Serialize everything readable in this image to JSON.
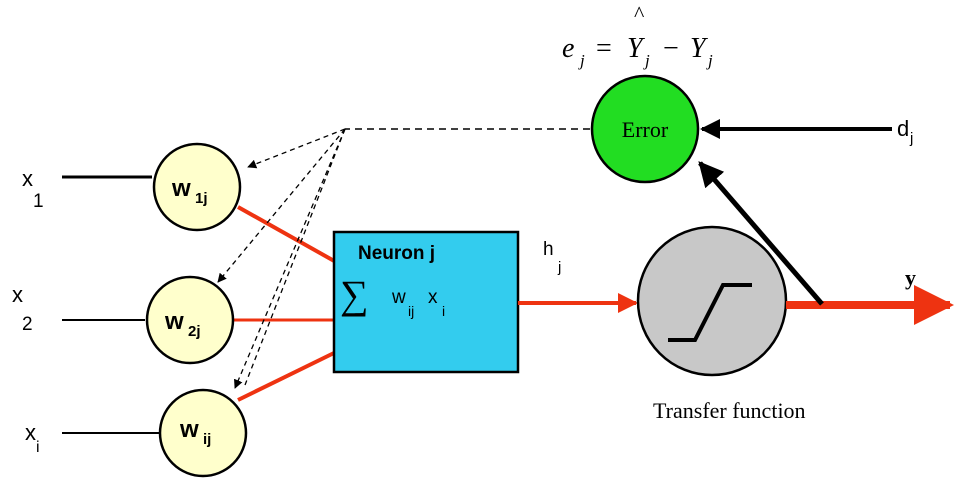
{
  "inputs": [
    {
      "var": "x",
      "sub": "1",
      "weight": "w",
      "weight_sub": "1j"
    },
    {
      "var": "x",
      "sub": "2",
      "weight": "w",
      "weight_sub": "2j"
    },
    {
      "var": "x",
      "sub": "i",
      "weight": "w",
      "weight_sub": "ij"
    }
  ],
  "neuron": {
    "title": "Neuron j",
    "sigma": "∑",
    "sum_w": "w",
    "sum_w_sub": "ij",
    "sum_x": "x",
    "sum_x_sub": "i"
  },
  "net_output": {
    "label": "h",
    "sub": "j"
  },
  "transfer": {
    "label": "Transfer function"
  },
  "output": {
    "label": "y"
  },
  "error": {
    "label": "Error",
    "target_label": "d",
    "target_sub": "j",
    "equation": {
      "e": "e",
      "e_sub": "j",
      "equals": "=",
      "yhat": "Y",
      "hat": "^",
      "yhat_sub": "j",
      "minus": "−",
      "y": "Y",
      "y_sub": "j"
    }
  },
  "colors": {
    "weight_fill": "#ffffcc",
    "neuron_fill": "#33ccee",
    "transfer_fill": "#c8c8c8",
    "error_fill": "#22dd22",
    "signal_red": "#ee3311",
    "line_black": "#000000"
  }
}
